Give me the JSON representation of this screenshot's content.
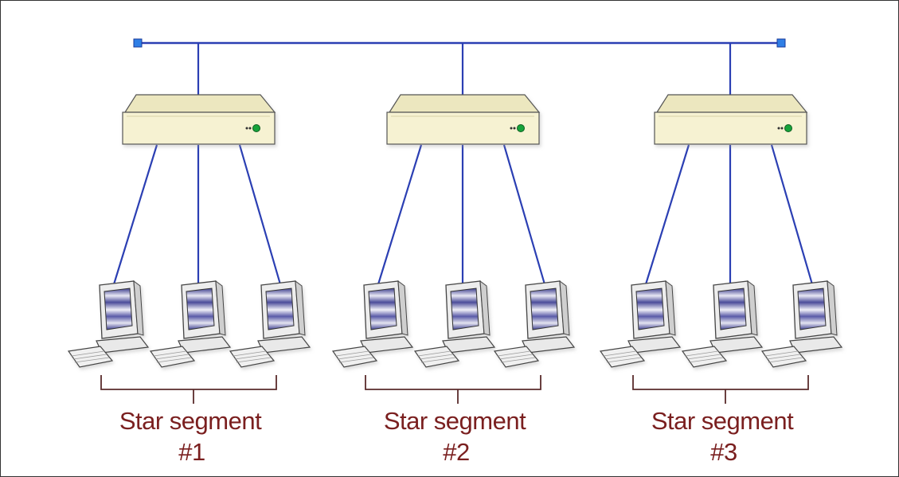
{
  "diagram": {
    "segments": [
      {
        "label_line1": "Star segment",
        "label_line2": "#1",
        "hub_icon": "hub-icon",
        "computer_icon": "computer-icon"
      },
      {
        "label_line1": "Star segment",
        "label_line2": "#2",
        "hub_icon": "hub-icon",
        "computer_icon": "computer-icon"
      },
      {
        "label_line1": "Star segment",
        "label_line2": "#3",
        "hub_icon": "hub-icon",
        "computer_icon": "computer-icon"
      }
    ],
    "bus": {
      "icon": "bus-backbone",
      "terminator_icon": "terminator-icon"
    },
    "colors": {
      "cable": "#2b3fb3",
      "label": "#7a1f1f",
      "hub_body": "#f4efc8",
      "hub_top": "#e6e1b7",
      "led": "#18a33a",
      "terminator": "#2f7fe6"
    }
  }
}
